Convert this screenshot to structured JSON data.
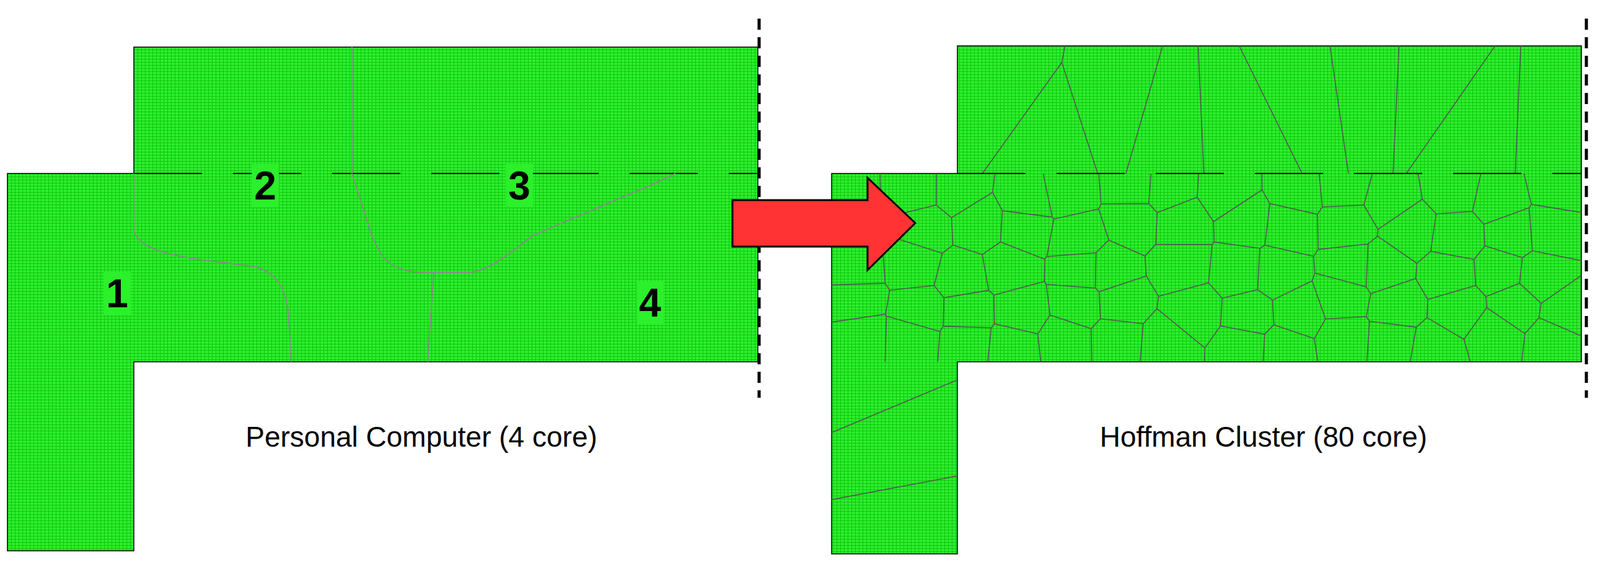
{
  "diagram": {
    "labels": [
      "1",
      "2",
      "3",
      "4",
      "Personal Computer (4 core)",
      "Hoffman Cluster (80 core)"
    ]
  }
}
